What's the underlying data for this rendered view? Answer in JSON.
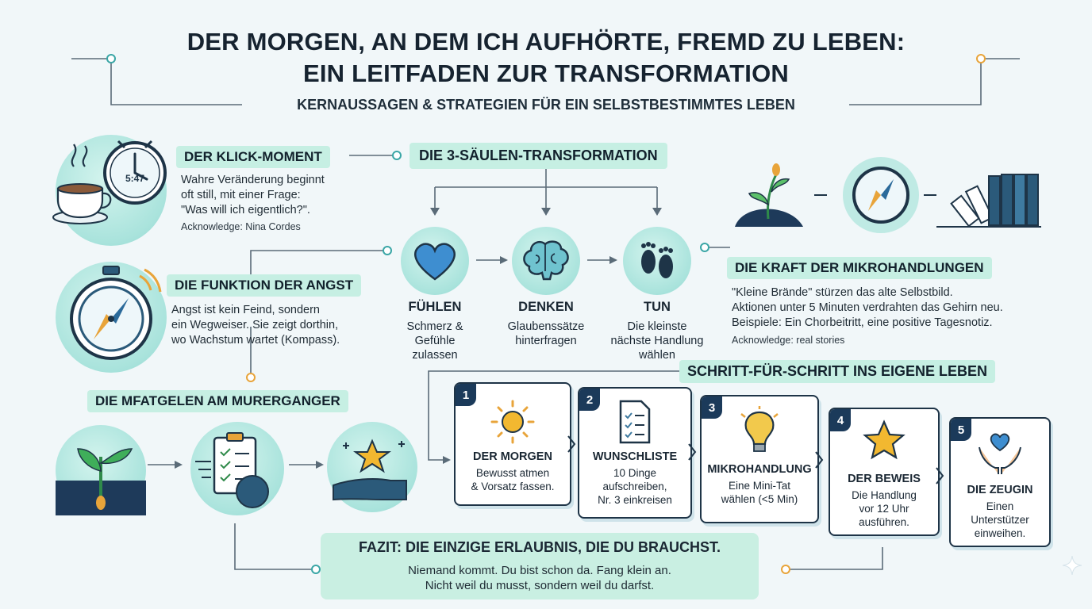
{
  "title": {
    "line1": "DER MORGEN, AN DEM ICH AUFHÖRTE, FREMD ZU LEBEN:",
    "line2": "EIN LEITFADEN ZUR TRANSFORMATION",
    "subtitle": "KERNAUSSAGEN & STRATEGIEN FÜR EIN SELBSTBESTIMMTES LEBEN"
  },
  "klick": {
    "heading": "DER KLICK-MOMENT",
    "line1": "Wahre Veränderung beginnt",
    "line2": "oft still, mit einer Frage:",
    "line3": "\"Was will ich eigentlich?\".",
    "ack": "Acknowledge: Nina Cordes",
    "clock_time": "5:47"
  },
  "angst": {
    "heading": "DIE FUNKTION DER ANGST",
    "line1": "Angst ist kein Feind, sondern",
    "line2": "ein Wegweiser. Sie zeigt dorthin,",
    "line3": "wo Wachstum wartet (Kompass)."
  },
  "saeulen": {
    "heading": "DIE 3-SÄULEN-TRANSFORMATION",
    "pillars": [
      {
        "label": "FÜHLEN",
        "l1": "Schmerz &",
        "l2": "Gefühle",
        "l3": "zulassen",
        "icon": "heart-icon"
      },
      {
        "label": "DENKEN",
        "l1": "Glaubenssätze",
        "l2": "hinterfragen",
        "icon": "brain-icon"
      },
      {
        "label": "TUN",
        "l1": "Die kleinste",
        "l2": "nächste Handlung",
        "l3": "wählen",
        "icon": "footprints-icon"
      }
    ]
  },
  "mikro": {
    "heading": "DIE KRAFT DER MIKROHANDLUNGEN",
    "line1": "\"Kleine Brände\" stürzen das alte Selbstbild.",
    "line2": "Aktionen unter 5 Minuten verdrahten das Gehirn neu.",
    "line3": "Beispiele: Ein Chorbeitritt, eine positive Tagesnotiz.",
    "ack": "Acknowledge: real stories"
  },
  "murerganger": {
    "heading": "DIE MFATGELEN AM MURERGANGER"
  },
  "schritte": {
    "heading": "SCHRITT-FÜR-SCHRITT INS EIGENE LEBEN",
    "steps": [
      {
        "num": "1",
        "title": "DER MORGEN",
        "l1": "Bewusst atmen",
        "l2": "& Vorsatz fassen.",
        "icon": "sun-icon"
      },
      {
        "num": "2",
        "title": "WUNSCHLISTE",
        "l1": "10 Dinge",
        "l2": "aufschreiben,",
        "l3": "Nr. 3 einkreisen",
        "icon": "checklist-icon"
      },
      {
        "num": "3",
        "title": "MIKROHANDLUNG",
        "l1": "Eine Mini-Tat",
        "l2": "wählen (<5 Min)",
        "icon": "lightbulb-icon"
      },
      {
        "num": "4",
        "title": "DER BEWEIS",
        "l1": "Die Handlung",
        "l2": "vor 12 Uhr",
        "l3": "ausführen.",
        "icon": "star-icon"
      },
      {
        "num": "5",
        "title": "DIE ZEUGIN",
        "l1": "Einen",
        "l2": "Unterstützer",
        "l3": "einweihen.",
        "icon": "hands-heart-icon"
      }
    ]
  },
  "fazit": {
    "heading": "FAZIT: DIE EINZIGE ERLAUBNIS, DIE DU BRAUCHST.",
    "line1": "Niemand kommt. Du bist schon da. Fang klein an.",
    "line2": "Nicht weil du musst, sondern weil du darfst."
  },
  "colors": {
    "highlight": "#c6efe3",
    "navy": "#1b3a5a",
    "line": "#34495a",
    "accent_teal": "#3aa6a6",
    "accent_gold": "#e8a43a"
  }
}
